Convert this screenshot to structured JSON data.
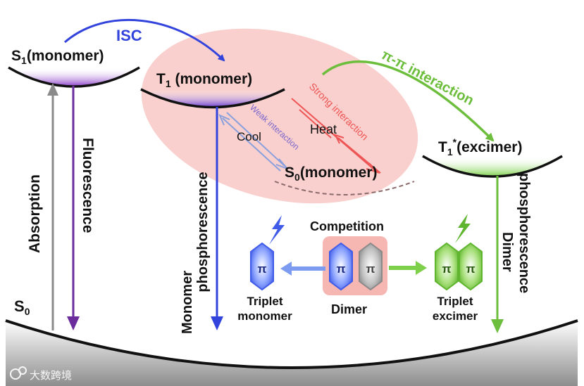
{
  "labels": {
    "s1_main": "S",
    "s1_sub": "1",
    "s1_paren": "(monomer)",
    "t1_main": "T",
    "t1_sub": "1",
    "t1_paren": " (monomer)",
    "t1e_main": "T",
    "t1e_sub": "1",
    "t1e_sup": "*",
    "t1e_paren": "(excimer)",
    "s0m_main": "S",
    "s0m_sub": "0",
    "s0m_paren": "(monomer)",
    "s0_main": "S",
    "s0_sub": "0",
    "isc": "ISC",
    "pipi": "π-π interaction",
    "strong": "Strong interaction",
    "weak": "Weak interaction",
    "heat": "Heat",
    "cool": "Cool",
    "absorption": "Absorption",
    "fluorescence": "Fluorescence",
    "mono_phos_1": "Monomer",
    "mono_phos_2": "phosphorescence",
    "dimer_phos_1": "Dimer",
    "dimer_phos_2": "phosphorescence",
    "competition": "Competition",
    "dimer": "Dimer",
    "triplet_monomer_1": "Triplet",
    "triplet_monomer_2": "monomer",
    "triplet_excimer_1": "Triplet",
    "triplet_excimer_2": "excimer",
    "pi": "π",
    "watermark": "大数跨境"
  },
  "colors": {
    "isc_blue": "#3344dd",
    "green": "#6cbe3c",
    "purple": "#6b2d9c",
    "gray": "#8a8a8a",
    "red": "#ee5555",
    "pink_ellipse": "#f8c8c4",
    "light_blue": "#8aa0dd"
  }
}
